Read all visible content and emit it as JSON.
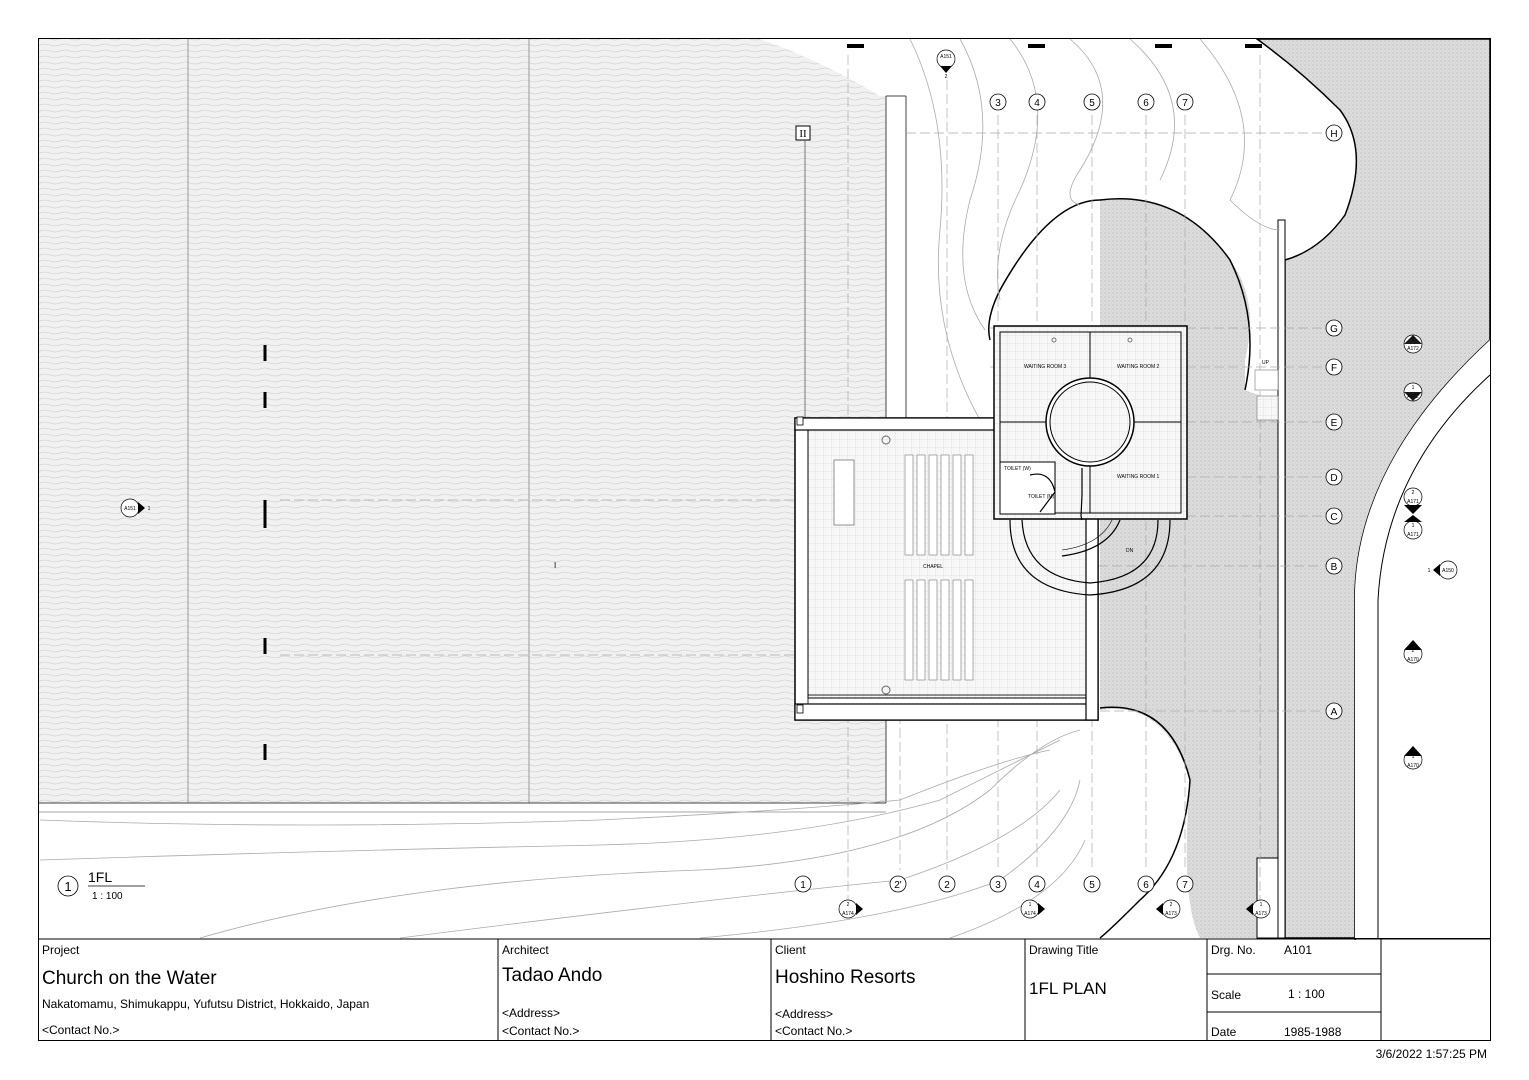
{
  "view": {
    "number": "1",
    "name": "1FL",
    "scale": "1 : 100"
  },
  "grid_top": [
    "3",
    "4",
    "5",
    "6",
    "7"
  ],
  "grid_bottom": [
    "1",
    "2'",
    "2",
    "3",
    "4",
    "5",
    "6",
    "7"
  ],
  "grid_right": [
    "H",
    "G",
    "F",
    "E",
    "D",
    "C",
    "B",
    "A"
  ],
  "section_marker_top": "II",
  "rooms": {
    "waiting3": "WAITING ROOM 3",
    "waiting2": "WAITING ROOM 2",
    "waiting1": "WAITING ROOM 1",
    "toilet_w": "TOILET (W)",
    "toilet_m": "TOILET (M)",
    "chapel": "CHAPEL",
    "dn": "DN",
    "up": "UP"
  },
  "callouts": {
    "top": {
      "sheet": "A151",
      "num": "2"
    },
    "left": {
      "sheet": "A151",
      "num": "1"
    },
    "r172a": {
      "sheet": "A172",
      "num": "2"
    },
    "r172b": {
      "sheet": "A172",
      "num": "1"
    },
    "r171a": {
      "sheet": "A171",
      "num": "2"
    },
    "r171b": {
      "sheet": "A171",
      "num": "1"
    },
    "r150": {
      "sheet": "A150",
      "num": "1"
    },
    "r170a": {
      "sheet": "A170",
      "num": "2"
    },
    "r170b": {
      "sheet": "A170",
      "num": "1"
    },
    "b174a": {
      "sheet": "A174",
      "num": "2"
    },
    "b174b": {
      "sheet": "A174",
      "num": "1"
    },
    "b173a": {
      "sheet": "A173",
      "num": "2"
    },
    "b173b": {
      "sheet": "A173",
      "num": "1"
    }
  },
  "title_block": {
    "project_label": "Project",
    "project_name": "Church on the Water",
    "project_address": "Nakatomamu, Shimukappu, Yufutsu District, Hokkaido, Japan",
    "project_contact": "<Contact No.>",
    "architect_label": "Architect",
    "architect_name": "Tadao Ando",
    "architect_address": "<Address>",
    "architect_contact": "<Contact No.>",
    "client_label": "Client",
    "client_name": "Hoshino Resorts",
    "client_address": "<Address>",
    "client_contact": "<Contact No.>",
    "title_label": "Drawing Title",
    "title_value": "1FL PLAN",
    "drg_label": "Drg. No.",
    "drg_value": "A101",
    "scale_label": "Scale",
    "scale_value": "1 : 100",
    "date_label": "Date",
    "date_value": "1985-1988"
  },
  "timestamp": "3/6/2022 1:57:25 PM"
}
